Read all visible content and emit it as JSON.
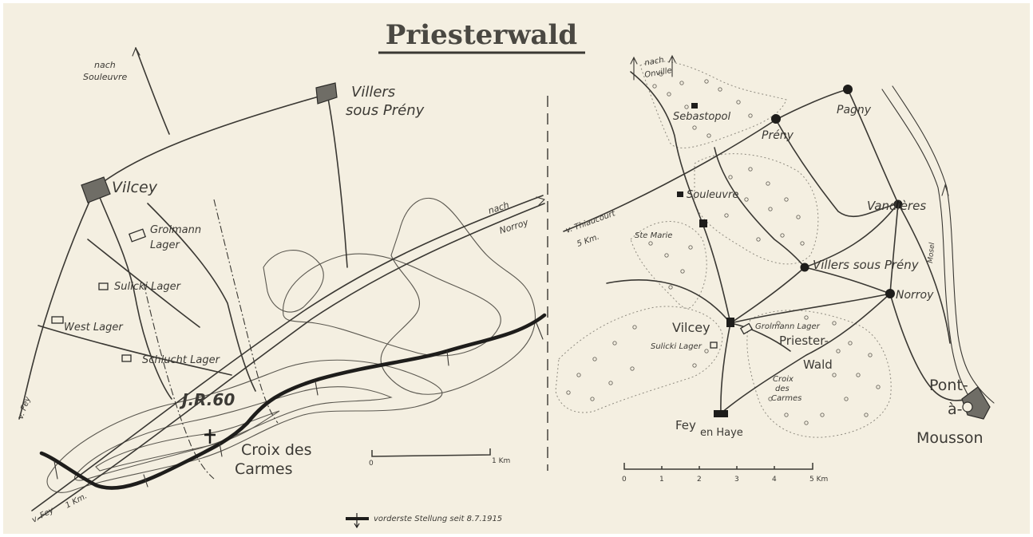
{
  "title": "Priesterwald",
  "left_map": {
    "places": {
      "nach_souleuvre_1": "nach",
      "nach_souleuvre_2": "Souleuvre",
      "villers_1": "Villers",
      "villers_2": "sous Prény",
      "vilcey": "Vilcey",
      "nach_norroy_1": "nach",
      "nach_norroy_2": "Norroy",
      "grolmann_1": "Grolmann",
      "grolmann_2": "Lager",
      "sulicki": "Sulicki Lager",
      "west": "West Lager",
      "schlucht": "Schlucht Lager",
      "regiment": "J.R.60",
      "croix_1": "Croix des",
      "croix_2": "Carmes",
      "v_fey_top": "v. Fey",
      "v_fey_bottom": "v. Fey",
      "one_km_road": "1 Km."
    },
    "scale": {
      "start": "0",
      "end": "1 Km"
    },
    "legend": "vorderste Stellung seit 8.7.1915"
  },
  "right_map": {
    "places": {
      "nach_onville_1": "nach",
      "nach_onville_2": "Onville",
      "sebastopol": "Sebastopol",
      "preny": "Prény",
      "pagny": "Pagny",
      "souleuvre": "Souleuvre",
      "v_thiaucourt_1": "v. Thiaucourt",
      "v_thiaucourt_2": "5 Km.",
      "ste_marie": "Ste Marie",
      "vandieres": "Vandières",
      "mosel": "Mosel",
      "villers": "Villers sous Prény",
      "norroy": "Norroy",
      "vilcey": "Vilcey",
      "grolmann": "Grolmann Lager",
      "sulicki": "Sulicki Lager",
      "priester": "Priester-",
      "wald": "Wald",
      "croix_1": "Croix",
      "croix_2": "des",
      "croix_3": "Carmes",
      "fey_1": "Fey",
      "fey_2": "en Haye",
      "pont_1": "Pont-",
      "pont_2": "à-",
      "pont_3": "Mousson"
    },
    "scale": {
      "ticks": [
        "0",
        "1",
        "2",
        "3",
        "4",
        "5 Km"
      ]
    }
  },
  "colors": {
    "paper": "#f4efe1",
    "ink": "#3a3833",
    "front_line": "#1e1d1b",
    "town_fill": "#6f6d66"
  }
}
